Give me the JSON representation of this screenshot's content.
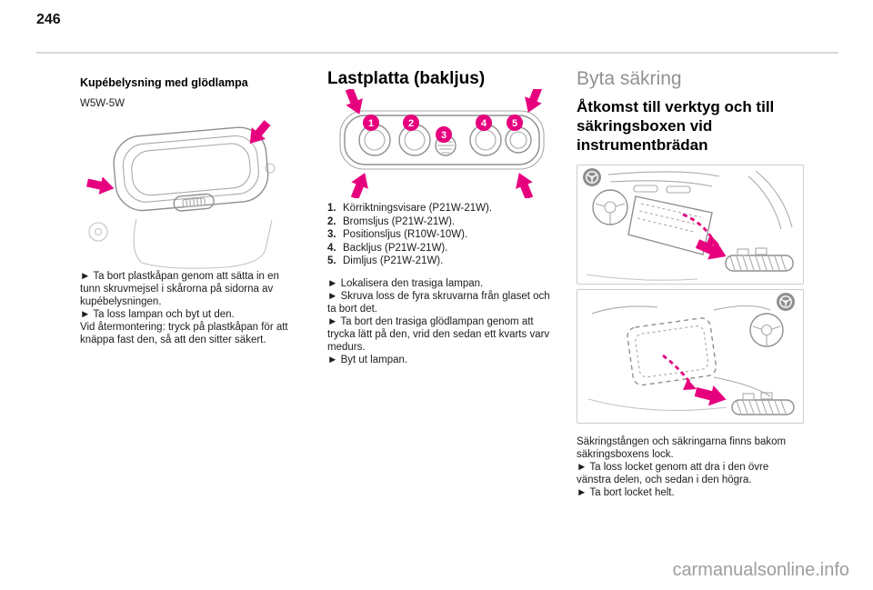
{
  "page": {
    "number": "246",
    "watermark": "carmanualsonline.info"
  },
  "colors": {
    "accent_magenta": "#e6007e",
    "section_heading_gray": "#8f9193",
    "rule_gray": "#d6d6d6"
  },
  "left_column": {
    "heading": "Kupébelysning med glödlampa",
    "bulb_type": "W5W-5W",
    "steps": [
      "► Ta bort plastkåpan genom att sätta in en tunn skruvmejsel i skårorna på sidorna av kupébelysningen.",
      "► Ta loss lampan och byt ut den.",
      "Vid återmontering: tryck på plastkåpan för att knäppa fast den, så att den sitter säkert."
    ]
  },
  "middle_column": {
    "heading": "Lastplatta (bakljus)",
    "lamps": [
      {
        "num": "1.",
        "label": "Körriktningsvisare (P21W-21W)."
      },
      {
        "num": "2.",
        "label": "Bromsljus (P21W-21W)."
      },
      {
        "num": "3.",
        "label": "Positionsljus (R10W-10W)."
      },
      {
        "num": "4.",
        "label": "Backljus (P21W-21W)."
      },
      {
        "num": "5.",
        "label": "Dimljus (P21W-21W)."
      }
    ],
    "callouts": [
      "1",
      "2",
      "3",
      "4",
      "5"
    ],
    "steps": [
      "► Lokalisera den trasiga lampan.",
      "► Skruva loss de fyra skruvarna från glaset och ta bort det.",
      "► Ta bort den trasiga glödlampan genom att trycka lätt på den, vrid den sedan ett kvarts varv medurs.",
      "► Byt ut lampan."
    ]
  },
  "right_column": {
    "section_heading": "Byta säkring",
    "heading": "Åtkomst till verktyg och till säkringsboxen vid instrumentbrädan",
    "body": [
      "Säkringstången och säkringarna finns bakom säkringsboxens lock.",
      "► Ta loss locket genom att dra i den övre vänstra delen, och sedan i den högra.",
      "► Ta bort locket helt."
    ]
  }
}
